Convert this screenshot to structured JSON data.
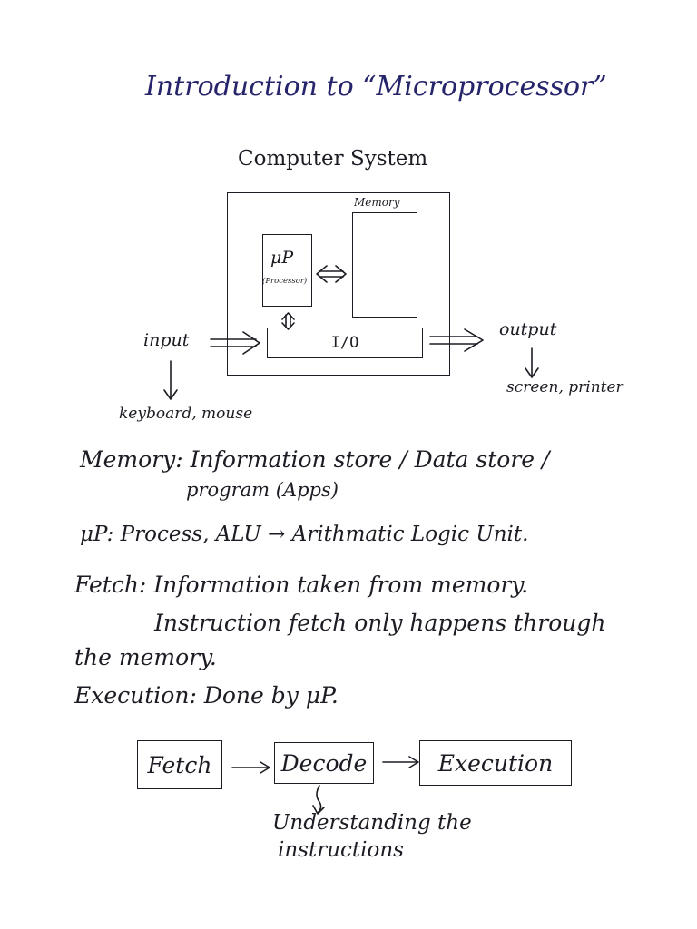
{
  "title": "Introduction to “Microprocessor”",
  "diagram": {
    "heading": "Computer System",
    "memory_label": "Memory",
    "up_label": "μP",
    "processor_label": "(Processor)",
    "io_label": "I/O",
    "input_label": "input",
    "output_label": "output",
    "input_devices": "keyboard, mouse",
    "output_devices": "screen, printer"
  },
  "notes": {
    "memory_line1": "Memory: Information store / Data store /",
    "memory_line2": "program (Apps)",
    "up_line": "μP: Process, ALU → Arithmatic Logic Unit.",
    "fetch_line1": "Fetch: Information taken from memory.",
    "fetch_line2": "Instruction fetch only happens through",
    "fetch_line3": "the memory.",
    "execution_line": "Execution: Done by μP."
  },
  "flow": {
    "fetch": "Fetch",
    "decode": "Decode",
    "execution": "Execution",
    "decode_note_line1": "Understanding the",
    "decode_note_line2": "instructions"
  }
}
